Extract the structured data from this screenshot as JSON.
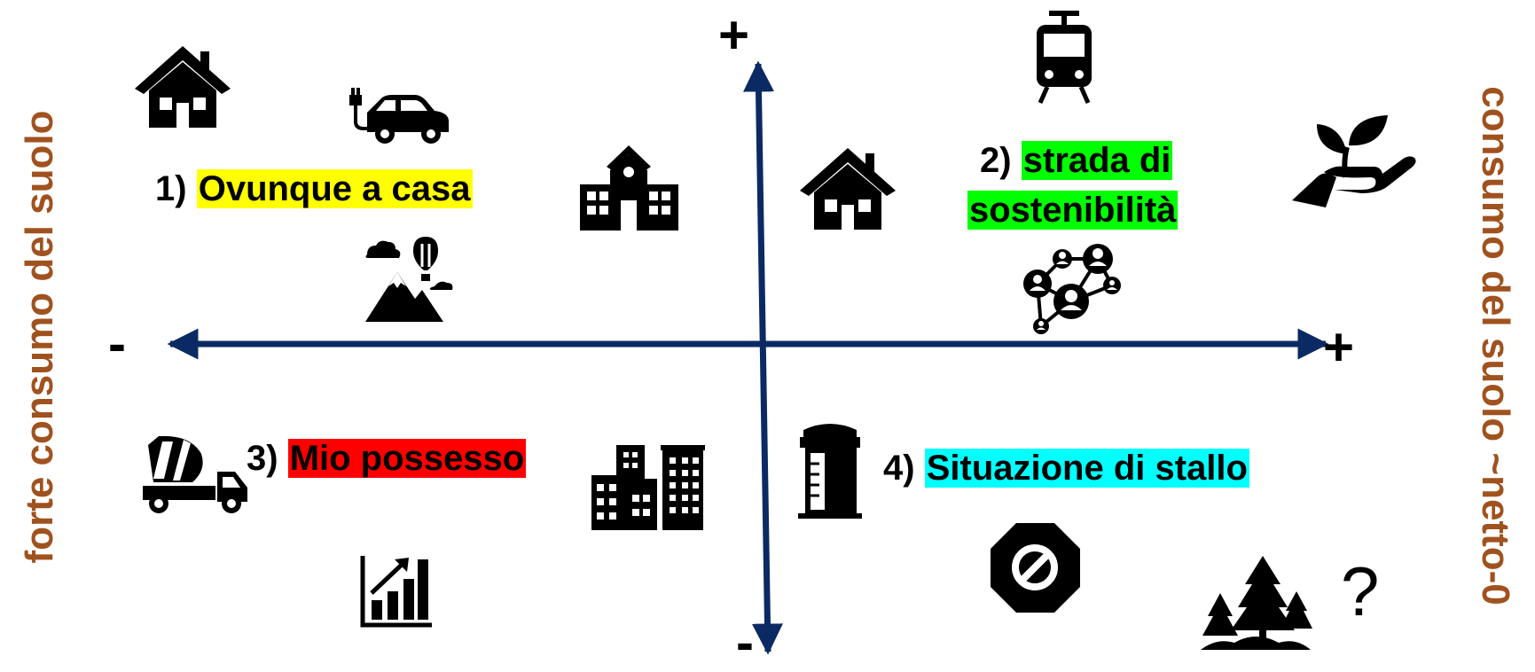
{
  "labels": {
    "left": "forte consumo del suolo",
    "right": "consumo del suolo ~netto-0"
  },
  "axis_signs": {
    "top": "+",
    "bottom": "-",
    "left": "-",
    "right": "+"
  },
  "scenarios": [
    {
      "number": "1)",
      "text": "Ovunque a casa",
      "color": "#ffff00"
    },
    {
      "number": "2)",
      "text": "strada di",
      "text2": "sostenibilità",
      "color": "#00ff00"
    },
    {
      "number": "3)",
      "text": "Mio possesso",
      "color": "#ff0000"
    },
    {
      "number": "4)",
      "text": "Situazione di stallo",
      "color": "#00ffff"
    }
  ],
  "colors": {
    "axis": "#0b2a63",
    "side_label": "#a0521e"
  },
  "icons": [
    "house-icon",
    "electric-car-icon",
    "school-icon",
    "mountain-balloon-icon",
    "house-icon",
    "tram-icon",
    "hand-plant-icon",
    "network-icon",
    "cement-truck-icon",
    "city-buildings-icon",
    "growth-chart-icon",
    "phone-booth-icon",
    "stop-sign-icon",
    "forest-icon",
    "question-mark-icon"
  ],
  "question_mark": "?"
}
